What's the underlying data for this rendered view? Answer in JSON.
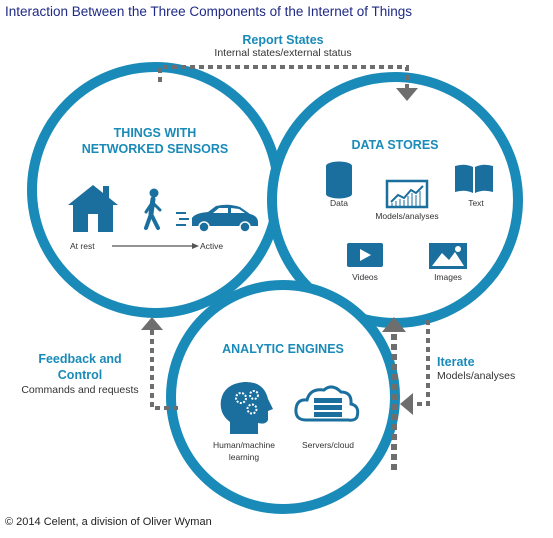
{
  "title": "Interaction Between the Three Components of the Internet of Things",
  "footer": "© 2014 Celent, a division of Oliver Wyman",
  "colors": {
    "accent": "#1a8bb8",
    "title": "#1f2a86",
    "arrow": "#6e6e6e"
  },
  "flows": {
    "report_states": {
      "heading": "Report States",
      "note": "Internal states/external status"
    },
    "iterate": {
      "heading": "Iterate",
      "note": "Models/analyses"
    },
    "feedback": {
      "heading_line1": "Feedback and",
      "heading_line2": "Control",
      "note": "Commands and requests"
    }
  },
  "things": {
    "heading_line1": "THINGS WITH",
    "heading_line2": "NETWORKED SENSORS",
    "at_rest": "At rest",
    "active": "Active"
  },
  "data_stores": {
    "heading": "DATA STORES",
    "items": {
      "data": "Data",
      "models": "Models/analyses",
      "text": "Text",
      "videos": "Videos",
      "images": "Images"
    }
  },
  "analytic": {
    "heading": "ANALYTIC ENGINES",
    "human_line1": "Human/machine",
    "human_line2": "learning",
    "servers": "Servers/cloud"
  }
}
